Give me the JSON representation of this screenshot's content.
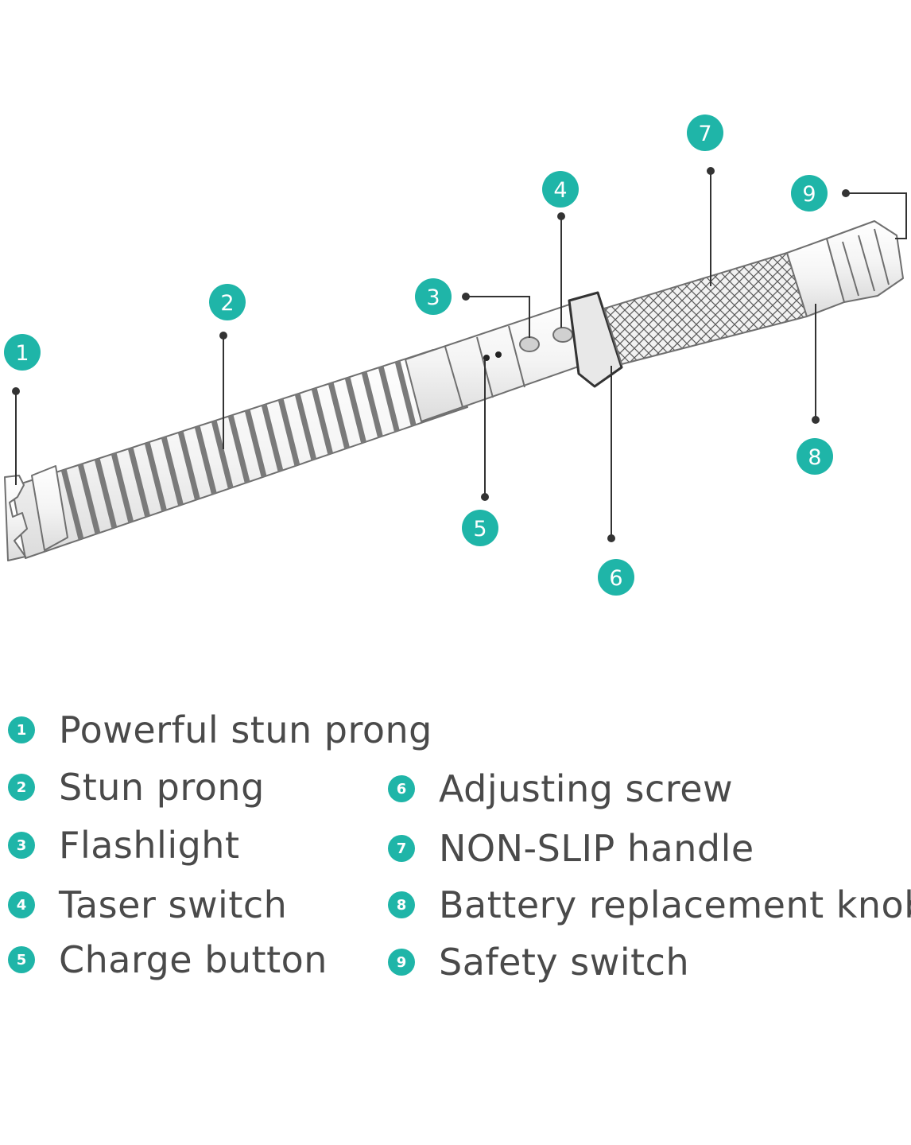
{
  "colors": {
    "accent": "#1fb5a8",
    "text": "#4a4a4a",
    "line": "#333333",
    "body_stroke": "#6f6f6f"
  },
  "callouts": [
    {
      "number": "1",
      "name": "Powerful stun prong"
    },
    {
      "number": "2",
      "name": "Stun prong"
    },
    {
      "number": "3",
      "name": "Flashlight"
    },
    {
      "number": "4",
      "name": "Taser switch"
    },
    {
      "number": "5",
      "name": "Charge button"
    },
    {
      "number": "6",
      "name": "Adjusting screw"
    },
    {
      "number": "7",
      "name": "NON-SLIP handle"
    },
    {
      "number": "8",
      "name": "Battery replacement knob"
    },
    {
      "number": "9",
      "name": "Safety switch"
    }
  ]
}
